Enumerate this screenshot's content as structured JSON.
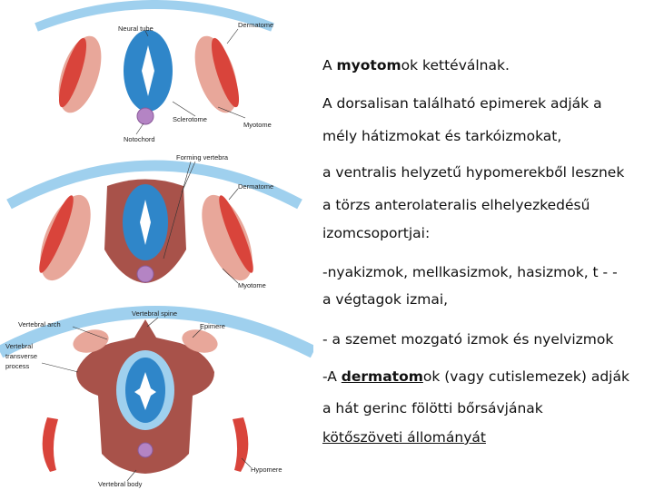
{
  "figure": {
    "labels": {
      "neural_tube": "Neural tube",
      "dermatome_1": "Dermatome",
      "sclerotome": "Sclerotome",
      "myotome_1": "Myotome",
      "notochord": "Notochord",
      "forming_vertebra": "Forming vertebra",
      "dermatome_2": "Dermatome",
      "myotome_2": "Myotome",
      "vertebral_arch": "Vertebral arch",
      "vertebral_spine": "Vertebral spine",
      "epimere": "Epimere",
      "vertebral_transverse_1": "Vertebral",
      "vertebral_transverse_2": "transverse",
      "vertebral_transverse_3": "process",
      "hypomere": "Hypomere",
      "vertebral_body": "Vertebral body"
    },
    "colors": {
      "tube_blue": "#2f86c9",
      "dermatome_red": "#d9443b",
      "muscle_pink": "#e8a79a",
      "notochord_purple": "#b484c4",
      "sclerotome_brown": "#a8524a",
      "arc_blue": "#9fd0ee"
    }
  },
  "text": {
    "l1_pre": "A ",
    "l1_bold": "myotom",
    "l1_post": "ok kettéválnak.",
    "l2": "A dorsalisan található epimerek adják a",
    "l3": "mély hátizmokat és tarkóizmokat,",
    "l4": "a ventralis helyzetű hypomerekből lesznek",
    "l5": "a törzs anterolateralis elhelyezkedésű",
    "l6": "izomcsoportjai:",
    "l7": "-nyakizmok, mellkasizmok, hasizmok, t - -",
    "l8": "a végtagok izmai,",
    "l9": "- a szemet  mozgató izmok és  nyelvizmok",
    "l10_pre": "-A ",
    "l10_bold": "dermatom",
    "l10_post": "ok (vagy cutislemezek) adják",
    "l11": "a hát gerinc fölötti bőrsávjának",
    "l12": "kötőszöveti állományát"
  }
}
